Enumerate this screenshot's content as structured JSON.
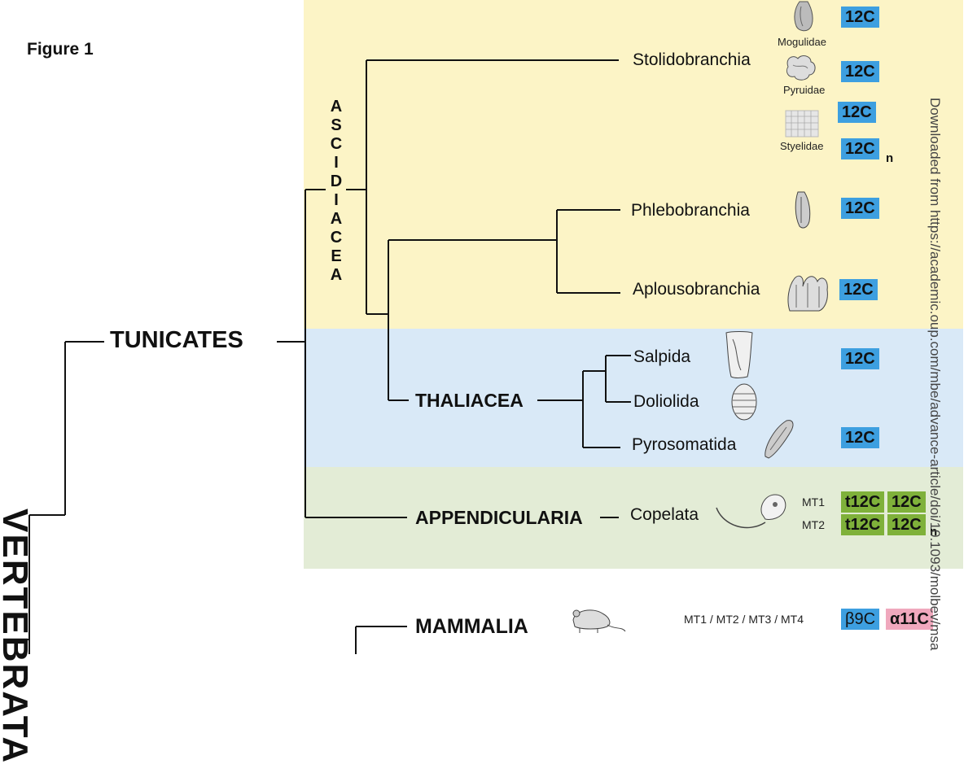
{
  "figure_label": "Figure 1",
  "clades": {
    "tunicates": "TUNICATES",
    "ascidiacea": "ASCIDIACEA",
    "thaliacea": "THALIACEA",
    "appendicularia": "APPENDICULARIA",
    "mammalia": "MAMMALIA"
  },
  "taxa": {
    "stolidobranchia": "Stolidobranchia",
    "phlebobranchia": "Phlebobranchia",
    "aplousobranchia": "Aplousobranchia",
    "salpida": "Salpida",
    "doliolida": "Doliolida",
    "pyrosomatida": "Pyrosomatida",
    "copelata": "Copelata"
  },
  "families": {
    "mogulidae": "Mogulidae",
    "pyruidae": "Pyruidae",
    "styelidae": "Styelidae"
  },
  "badges": {
    "b12c": "12C",
    "t12c": "t12C",
    "beta9c": "β9C",
    "alpha11c": "α11C"
  },
  "superscripts": {
    "n": "n"
  },
  "mt_labels": {
    "mt1": "MT1",
    "mt2": "MT2",
    "mammal": "MT1 / MT2 / MT3 / MT4"
  },
  "left_clade_fragment": "VERTEBRATA",
  "watermark": "Downloaded from https://academic.oup.com/mbe/advance-article/doi/10.1093/molbev/msa",
  "colors": {
    "ascidiacea_band": "#fcf4c6",
    "thaliacea_band": "#d9e9f7",
    "appendicularia_band": "#e3ecd6",
    "badge_blue": "#3d9fe0",
    "badge_green": "#7fb13a",
    "badge_pink": "#f0a8bd"
  }
}
